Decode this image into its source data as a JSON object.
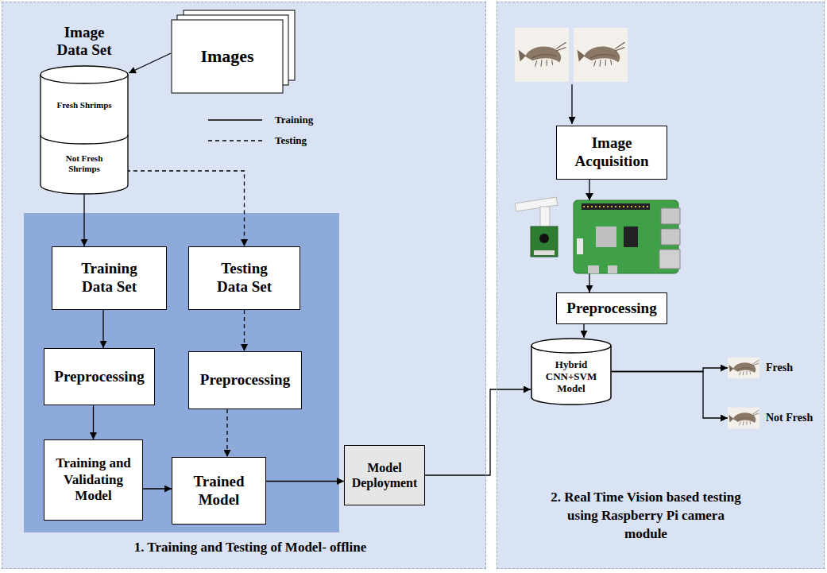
{
  "diagram": {
    "nodes": [
      {
        "text": [
          "1. Training and Testing of Model- offline"
        ]
      },
      {
        "text": [
          "Image Data Set",
          "Fresh Shrimps",
          "Not Fresh Shrimps"
        ],
        "in": 0
      },
      {
        "text": [
          "Images"
        ],
        "in": 0
      },
      {
        "text": [
          "Training Data Set"
        ],
        "in": 0
      },
      {
        "text": [
          "Testing Data Set"
        ],
        "in": 0
      },
      {
        "text": [
          "Preprocessing"
        ],
        "in": 0
      },
      {
        "text": [
          "Preprocessing"
        ],
        "in": 0
      },
      {
        "text": [
          "Training and Validating Model"
        ],
        "in": 0
      },
      {
        "text": [
          "Trained Model"
        ],
        "in": 0
      },
      {
        "text": [
          "Model Deployment"
        ],
        "in": 0
      },
      {
        "text": [
          "2. Real Time Vision based testing using Raspberry Pi camera module"
        ]
      },
      {
        "text": [
          "Image Acquisition"
        ],
        "in": 10
      },
      {
        "text": [
          "Preprocessing"
        ],
        "in": 10
      },
      {
        "text": [
          "Hybrid CNN+SVM Model"
        ],
        "in": 10
      },
      {
        "text": [
          "Fresh"
        ],
        "in": 10
      },
      {
        "text": [
          "Not Fresh"
        ],
        "in": 10
      }
    ],
    "edges": [
      {
        "from": 2,
        "to": 1,
        "arrow": "to"
      },
      {
        "from": 1,
        "to": 3,
        "arrow": "to"
      },
      {
        "from": 1,
        "to": 4,
        "arrow": "to"
      },
      {
        "from": 3,
        "to": 5,
        "arrow": "to"
      },
      {
        "from": 4,
        "to": 6,
        "arrow": "to"
      },
      {
        "from": 5,
        "to": 7,
        "arrow": "to"
      },
      {
        "from": 6,
        "to": 8,
        "arrow": "to"
      },
      {
        "from": 7,
        "to": 8,
        "arrow": "to"
      },
      {
        "from": 8,
        "to": 9,
        "arrow": "to"
      },
      {
        "from": 9,
        "to": 13,
        "arrow": "to"
      },
      {
        "from": 11,
        "to": 12,
        "arrow": "to"
      },
      {
        "from": 12,
        "to": 13,
        "arrow": "to"
      },
      {
        "from": 13,
        "to": 14,
        "arrow": "to"
      },
      {
        "from": 13,
        "to": 15,
        "arrow": "to"
      }
    ],
    "legend": [
      {
        "text": "Training"
      },
      {
        "text": "Testing"
      }
    ]
  }
}
